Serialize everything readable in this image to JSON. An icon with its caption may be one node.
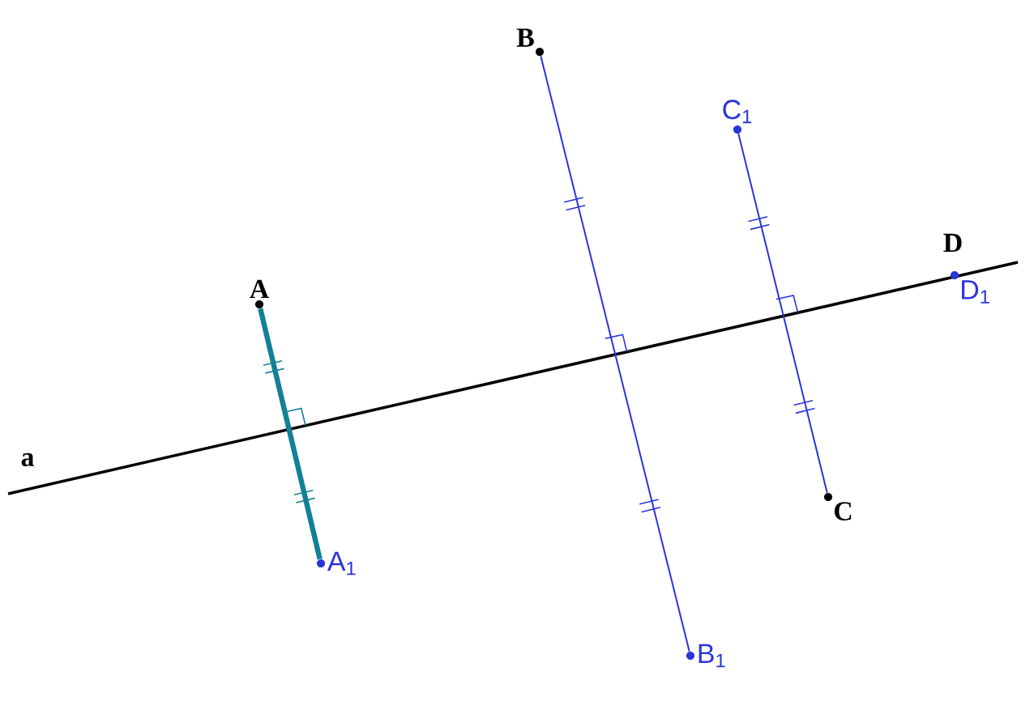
{
  "diagram": {
    "nodes": [
      {
        "text": [
          "A"
        ]
      },
      {
        "text": [
          "A$_{1}$"
        ]
      },
      {
        "text": [
          "B"
        ]
      },
      {
        "text": [
          "B$_{1}$"
        ]
      },
      {
        "text": [
          "C$_{1}$"
        ]
      },
      {
        "text": [
          "C"
        ]
      },
      {
        "text": [
          "D"
        ]
      },
      {
        "text": [
          "D$_{1}$"
        ]
      }
    ],
    "edges": [
      {
        "from": 0,
        "to": 1,
        "arrow": "none",
        "style": "thick",
        "color": "#138096"
      },
      {
        "from": 2,
        "to": 3,
        "arrow": "none"
      },
      {
        "from": 4,
        "to": 5,
        "arrow": "none"
      }
    ],
    "labels": [
      "a"
    ]
  }
}
